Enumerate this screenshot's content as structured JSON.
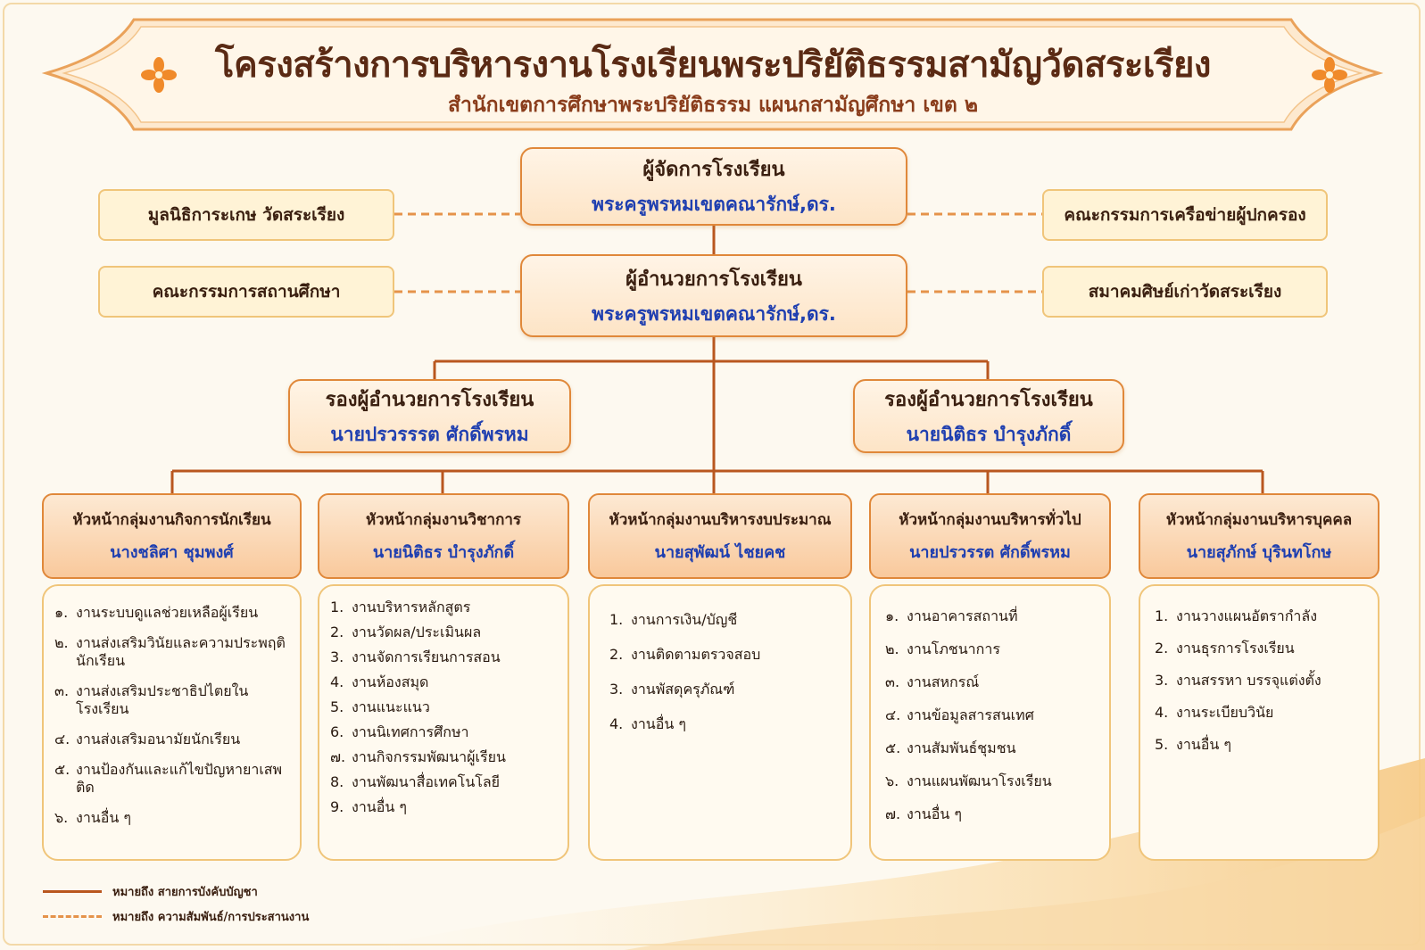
{
  "header": {
    "title": "โครงสร้างการบริหารงานโรงเรียนพระปริยัติธรรมสามัญวัดสระเรียง",
    "subtitle": "สำนักเขตการศึกษาพระปริยัติธรรม แผนกสามัญศึกษา เขต ๒"
  },
  "manager": {
    "role": "ผู้จัดการโรงเรียน",
    "name": "พระครูพรหมเขตคณารักษ์,ดร."
  },
  "director": {
    "role": "ผู้อำนวยการโรงเรียน",
    "name": "พระครูพรหมเขตคณารักษ์,ดร."
  },
  "side_boxes": {
    "left_top": "มูลนิธิการะเกษ วัดสระเรียง",
    "left_bottom": "คณะกรรมการสถานศึกษา",
    "right_top": "คณะกรรมการเครือข่ายผู้ปกครอง",
    "right_bottom": "สมาคมศิษย์เก่าวัดสระเรียง"
  },
  "deputies": [
    {
      "role": "รองผู้อำนวยการโรงเรียน",
      "name": "นายปรวรรรต ศักดิ์พรหม"
    },
    {
      "role": "รองผู้อำนวยการโรงเรียน",
      "name": "นายนิติธร บำรุงภักดิ์"
    }
  ],
  "groups": [
    {
      "role": "หัวหน้ากลุ่มงานกิจการนักเรียน",
      "name": "นางชลิศา ชุมพงศ์",
      "items": [
        {
          "num": "๑.",
          "text": "งานระบบดูแลช่วยเหลือผู้เรียน"
        },
        {
          "num": "๒.",
          "text": "งานส่งเสริมวินัยและความประพฤตินักเรียน"
        },
        {
          "num": "๓.",
          "text": "งานส่งเสริมประชาธิปไตยในโรงเรียน"
        },
        {
          "num": "๔.",
          "text": "งานส่งเสริมอนามัยนักเรียน"
        },
        {
          "num": "๕.",
          "text": "งานป้องกันและแก้ไขปัญหายาเสพติด"
        },
        {
          "num": "๖.",
          "text": "งานอื่น ๆ"
        }
      ]
    },
    {
      "role": "หัวหน้ากลุ่มงานวิชาการ",
      "name": "นายนิติธร บำรุงภักดิ์",
      "items": [
        {
          "num": "1.",
          "text": "งานบริหารหลักสูตร"
        },
        {
          "num": "2.",
          "text": "งานวัดผล/ประเมินผล"
        },
        {
          "num": "3.",
          "text": "งานจัดการเรียนการสอน"
        },
        {
          "num": "4.",
          "text": "งานห้องสมุด"
        },
        {
          "num": "5.",
          "text": "งานแนะแนว"
        },
        {
          "num": "6.",
          "text": "งานนิเทศการศึกษา"
        },
        {
          "num": "๗.",
          "text": "งานกิจกรรมพัฒนาผู้เรียน"
        },
        {
          "num": "8.",
          "text": "งานพัฒนาสื่อเทคโนโลยี"
        },
        {
          "num": "9.",
          "text": "งานอื่น ๆ"
        }
      ]
    },
    {
      "role": "หัวหน้ากลุ่มงานบริหารงบประมาณ",
      "name": "นายสุพัฒน์ ไชยคช",
      "items": [
        {
          "num": "1.",
          "text": "งานการเงิน/บัญชี"
        },
        {
          "num": "2.",
          "text": "งานติดตามตรวจสอบ"
        },
        {
          "num": "3.",
          "text": "งานพัสดุครุภัณฑ์"
        },
        {
          "num": "4.",
          "text": "งานอื่น ๆ"
        }
      ]
    },
    {
      "role": "หัวหน้ากลุ่มงานบริหารทั่วไป",
      "name": "นายปรวรรต ศักดิ์พรหม",
      "items": [
        {
          "num": "๑.",
          "text": "งานอาคารสถานที่"
        },
        {
          "num": "๒.",
          "text": "งานโภชนาการ"
        },
        {
          "num": "๓.",
          "text": "งานสหกรณ์"
        },
        {
          "num": "๔.",
          "text": "งานข้อมูลสารสนเทศ"
        },
        {
          "num": "๕.",
          "text": "งานสัมพันธ์ชุมชน"
        },
        {
          "num": "๖.",
          "text": "งานแผนพัฒนาโรงเรียน"
        },
        {
          "num": "๗.",
          "text": "งานอื่น ๆ"
        }
      ]
    },
    {
      "role": "หัวหน้ากลุ่มงานบริหารบุคคล",
      "name": "นายสุภักษ์ บุรินทโกษ",
      "items": [
        {
          "num": "1.",
          "text": "งานวางแผนอัตรากำลัง"
        },
        {
          "num": "2.",
          "text": "งานธุรการโรงเรียน"
        },
        {
          "num": "3.",
          "text": "งานสรรหา บรรจุแต่งตั้ง"
        },
        {
          "num": "4.",
          "text": "งานระเบียบวินัย"
        },
        {
          "num": "5.",
          "text": "งานอื่น ๆ"
        }
      ]
    }
  ],
  "legend": {
    "solid": "หมายถึง สายการบังคับบัญชา",
    "dashed": "หมายถึง ความสัมพันธ์/การประสานงาน"
  }
}
